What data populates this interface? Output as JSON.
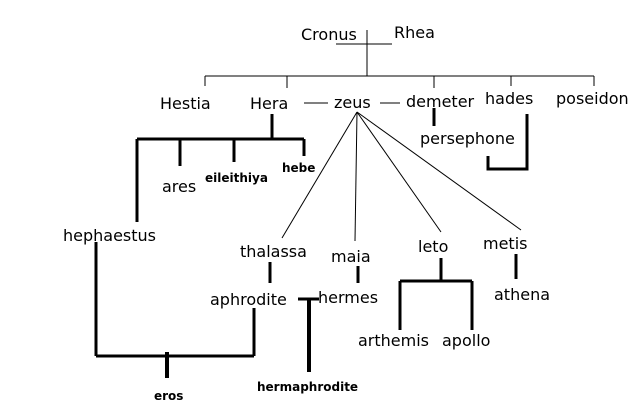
{
  "names": {
    "cronus": "Cronus",
    "rhea": "Rhea",
    "hestia": "Hestia",
    "hera": "Hera",
    "zeus": "zeus",
    "demeter": "demeter",
    "hades": "hades",
    "poseidon": "poseidon",
    "persephone": "persephone",
    "ares": "ares",
    "eileithiya": "eileithiya",
    "hebe": "hebe",
    "hephaestus": "hephaestus",
    "thalassa": "thalassa",
    "maia": "maia",
    "leto": "leto",
    "metis": "metis",
    "aphrodite": "aphrodite",
    "hermes": "hermes",
    "athena": "athena",
    "arthemis": "arthemis",
    "apollo": "apollo",
    "eros": "eros",
    "hermaphrodite": "hermaphrodite"
  },
  "colors": {
    "background": "#ffffff",
    "ink": "#000000"
  }
}
